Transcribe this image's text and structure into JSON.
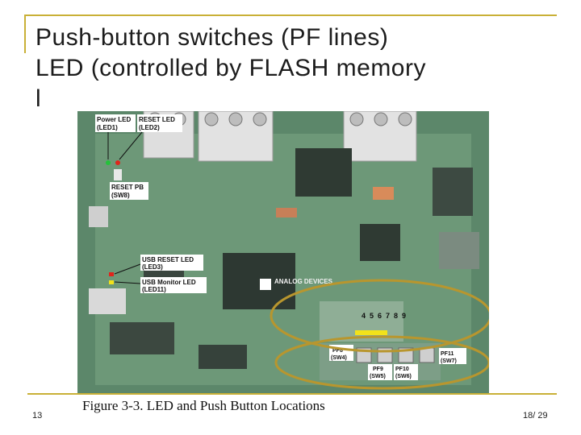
{
  "slide": {
    "title_lines": [
      "Push-button switches (PF lines)",
      "LED (controlled by FLASH memory",
      "l"
    ],
    "slide_number": "13",
    "page_counter": "18/ 29",
    "caption": "Figure 3-3. LED and Push Button Locations"
  },
  "board": {
    "labels": {
      "power_led": "Power LED",
      "power_led_id": "(LED1)",
      "reset_led": "RESET LED",
      "reset_led_id": "(LED2)",
      "reset_pb": "RESET PB",
      "reset_pb_id": "(SW8)",
      "usb_reset_led": "USB RESET LED",
      "usb_reset_led_id": "(LED3)",
      "usb_monitor_led": "USB Monitor LED",
      "usb_monitor_led_id": "(LED11)",
      "analog_devices": "ANALOG DEVICES",
      "pf8": "PF8",
      "pf8_id": "(SW4)",
      "pf9": "PF9",
      "pf9_id": "(SW5)",
      "pf10": "PF10",
      "pf10_id": "(SW6)",
      "pf11": "PF11",
      "pf11_id": "(SW7)",
      "led_numbers": [
        "4",
        "5",
        "6",
        "7",
        "8",
        "9"
      ]
    },
    "colors": {
      "board": "#5f8a6c",
      "highlight_ellipse": "#b8962e",
      "led_red": "#e0251c",
      "led_green": "#24c23a",
      "led_yellow": "#f2e21a",
      "label_box": "#ffffff"
    }
  }
}
